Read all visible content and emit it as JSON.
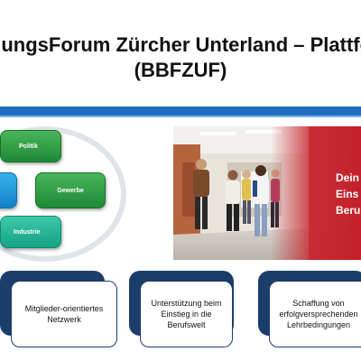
{
  "slide": {
    "title_line1": "BildungsForum Zürcher Unterland – Plattform",
    "title_line2": "(BBFZUF)"
  },
  "diagram": {
    "box_politik": "Politik",
    "box_gewerbe": "Gewerbe",
    "box_industrie": "Industrie"
  },
  "photo": {
    "text_lines": [
      "Dein",
      "Eins",
      "Beru"
    ]
  },
  "cards": [
    {
      "label": "Mitglieder-orientiertes Netzwerk"
    },
    {
      "label": "Unterstützung beim Einstieg in die Berufswelt"
    },
    {
      "label": "Schaffung von erfolgversprechenden Lehrbedingungen"
    }
  ],
  "colors": {
    "band": "#1e6fbf",
    "card_border": "#1a3d6b",
    "box_green": "#2e9e45",
    "box_blue": "#1a95d8",
    "photo_accent": "#c8242c"
  }
}
